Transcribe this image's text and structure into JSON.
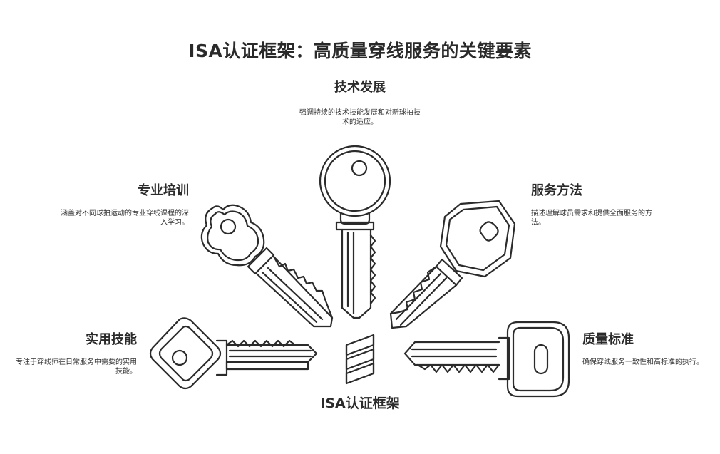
{
  "title": "ISA认证框架：高质量穿线服务的关键要素",
  "center_label": "ISA认证框架",
  "items": [
    {
      "title": "技术发展",
      "desc": "强调持续的技术技能发展和对新球拍技术的适应。"
    },
    {
      "title": "专业培训",
      "desc": "涵盖对不同球拍运动的专业穿线课程的深入学习。"
    },
    {
      "title": "服务方法",
      "desc": "描述理解球员需求和提供全面服务的方法。"
    },
    {
      "title": "实用技能",
      "desc": "专注于穿线师在日常服务中需要的实用技能。"
    },
    {
      "title": "质量标准",
      "desc": "确保穿线服务一致性和高标准的执行。"
    }
  ],
  "colors": {
    "stroke": "#2b2b2b",
    "text": "#2b2b2b",
    "background": "#ffffff"
  }
}
